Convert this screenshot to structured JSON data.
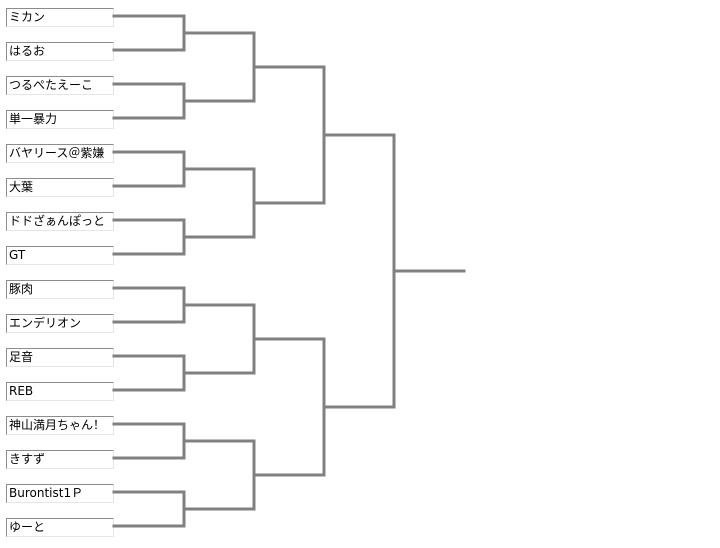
{
  "entrants": [
    "ミカン",
    "はるお",
    "つるぺたえーこ",
    "単一暴力",
    "バヤリース＠紫嫌",
    "大葉",
    "ドドざぁんぽっと",
    "GT",
    "豚肉",
    "エンデリオン",
    "足音",
    "REB",
    "神山満月ちゃん！",
    "きすず",
    "Burontist1Ｐ",
    "ゆーと"
  ],
  "colors": {
    "line": "#808080",
    "box_border": "#8c8c8c",
    "text": "#000000"
  }
}
